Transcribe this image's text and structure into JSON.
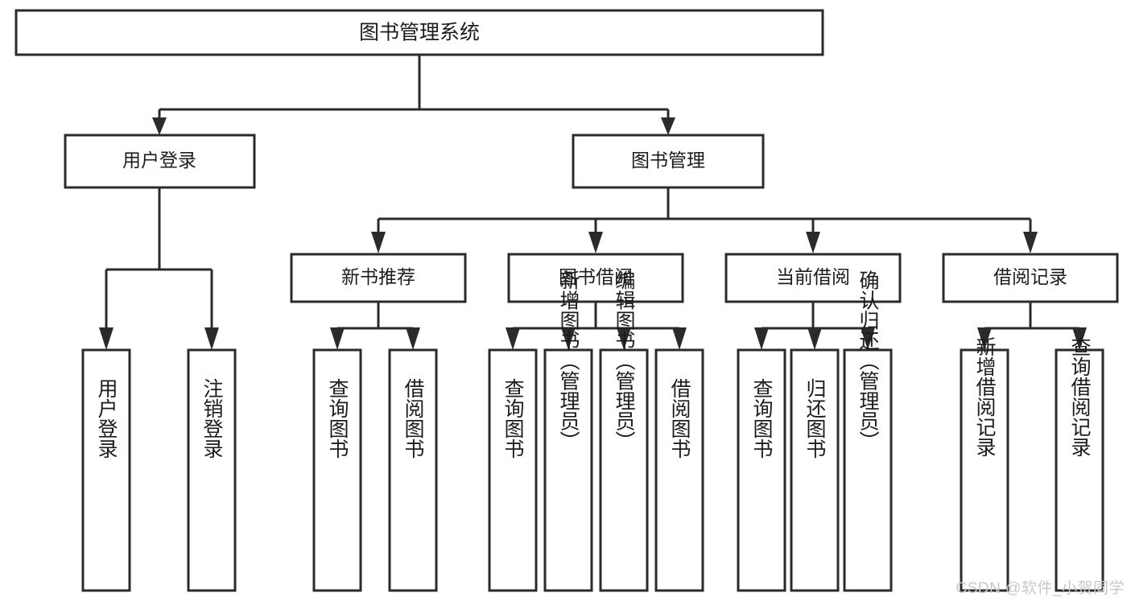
{
  "diagram": {
    "type": "tree-hierarchy-flowchart",
    "title": "图书管理系统",
    "root": {
      "id": "root",
      "label": "图书管理系统",
      "orientation": "horizontal"
    },
    "level2": [
      {
        "id": "user-login",
        "label": "用户登录",
        "orientation": "horizontal"
      },
      {
        "id": "book-manage",
        "label": "图书管理",
        "orientation": "horizontal"
      }
    ],
    "level3": [
      {
        "id": "new-book-recommend",
        "label": "新书推荐",
        "parent": "book-manage",
        "orientation": "horizontal"
      },
      {
        "id": "book-borrow",
        "label": "图书借阅",
        "parent": "book-manage",
        "orientation": "horizontal"
      },
      {
        "id": "current-borrow",
        "label": "当前借阅",
        "parent": "book-manage",
        "orientation": "horizontal"
      },
      {
        "id": "borrow-record",
        "label": "借阅记录",
        "parent": "book-manage",
        "orientation": "horizontal"
      }
    ],
    "leaves": [
      {
        "id": "leaf-user-login",
        "label": "用户登录",
        "parent": "user-login",
        "orientation": "vertical"
      },
      {
        "id": "leaf-logout-login",
        "label": "注销登录",
        "parent": "user-login",
        "orientation": "vertical"
      },
      {
        "id": "leaf-query-book-rec",
        "label": "查询图书",
        "parent": "new-book-recommend",
        "orientation": "vertical"
      },
      {
        "id": "leaf-borrow-book-rec",
        "label": "借阅图书",
        "parent": "new-book-recommend",
        "orientation": "vertical"
      },
      {
        "id": "leaf-query-book-borrow",
        "label": "查询图书",
        "parent": "book-borrow",
        "orientation": "vertical"
      },
      {
        "id": "leaf-add-book-admin",
        "label": "新增图书（管理员）",
        "parent": "book-borrow",
        "orientation": "vertical"
      },
      {
        "id": "leaf-edit-book-admin",
        "label": "编辑图书（管理员）",
        "parent": "book-borrow",
        "orientation": "vertical"
      },
      {
        "id": "leaf-borrow-book",
        "label": "借阅图书",
        "parent": "book-borrow",
        "orientation": "vertical"
      },
      {
        "id": "leaf-query-book-current",
        "label": "查询图书",
        "parent": "current-borrow",
        "orientation": "vertical"
      },
      {
        "id": "leaf-return-book",
        "label": "归还图书",
        "parent": "current-borrow",
        "orientation": "vertical"
      },
      {
        "id": "leaf-confirm-return",
        "label": "确认归还（管理员）",
        "parent": "current-borrow",
        "orientation": "vertical"
      },
      {
        "id": "leaf-add-borrow-record",
        "label": "新增借阅记录",
        "parent": "borrow-record",
        "orientation": "vertical"
      },
      {
        "id": "leaf-query-borrow-record",
        "label": "查询借阅记录",
        "parent": "borrow-record",
        "orientation": "vertical"
      }
    ],
    "colors": {
      "box_stroke": "#2b2b2b",
      "box_fill": "#ffffff",
      "text": "#1c1c1c",
      "connector": "#2b2b2b",
      "background": "#ffffff",
      "watermark": "#c9c9c9"
    }
  },
  "watermark": {
    "text": "CSDN @软件_小贺同学"
  }
}
